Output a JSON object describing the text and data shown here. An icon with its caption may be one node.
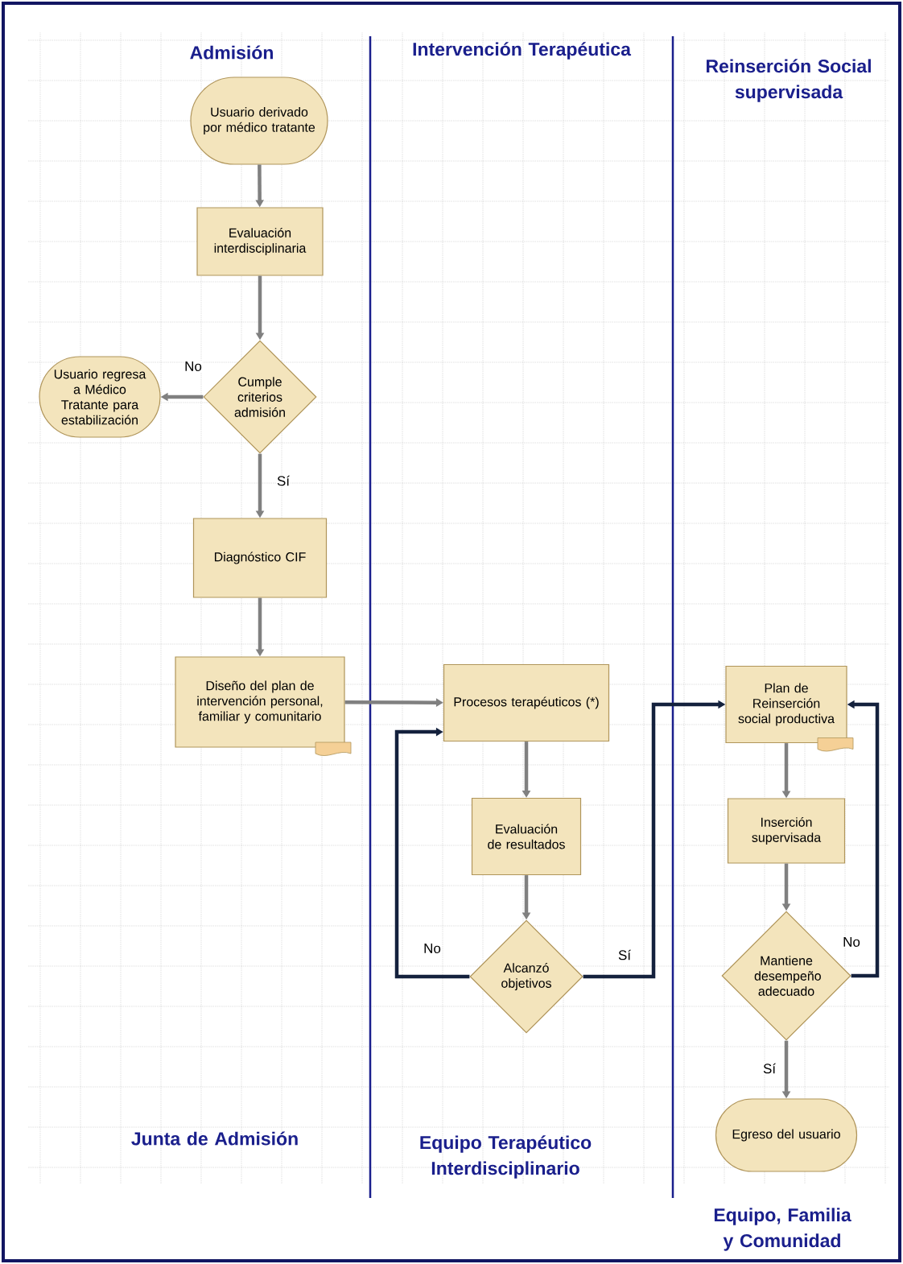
{
  "diagram": {
    "nodes": [
      {
        "text": [
          "Usuario derivado por médico tratante"
        ]
      },
      {
        "text": [
          "Evaluación interdisciplinaria"
        ]
      },
      {
        "text": [
          "Cumple criterios admisión"
        ]
      },
      {
        "text": [
          "Usuario regresa a Médico Tratante para estabilización"
        ]
      },
      {
        "text": [
          "Diagnóstico CIF"
        ]
      },
      {
        "text": [
          "Diseño del plan de intervención personal, familiar y comunitario"
        ]
      },
      {
        "text": [
          "Procesos terapéuticos (*)"
        ]
      },
      {
        "text": [
          "Evaluación de resultados"
        ]
      },
      {
        "text": [
          "Alcanzó objetivos"
        ]
      },
      {
        "text": [
          "Plan de Reinserción social productiva"
        ]
      },
      {
        "text": [
          "Inserción supervisada"
        ]
      },
      {
        "text": [
          "Mantiene desempeño adecuado"
        ]
      },
      {
        "text": [
          "Egreso del usuario"
        ]
      }
    ],
    "edges": [
      {
        "from": 0,
        "to": 1,
        "arrow": "to"
      },
      {
        "from": 1,
        "to": 2,
        "arrow": "to"
      },
      {
        "from": 2,
        "to": 3,
        "arrow": "to",
        "label": "No"
      },
      {
        "from": 2,
        "to": 4,
        "arrow": "to",
        "label": "Sí"
      },
      {
        "from": 4,
        "to": 5,
        "arrow": "to"
      },
      {
        "from": 5,
        "to": 6,
        "arrow": "to"
      },
      {
        "from": 6,
        "to": 7,
        "arrow": "to"
      },
      {
        "from": 7,
        "to": 8,
        "arrow": "to"
      },
      {
        "from": 8,
        "to": 6,
        "arrow": "to",
        "label": "No",
        "color": "#14213d"
      },
      {
        "from": 8,
        "to": 9,
        "arrow": "to",
        "label": "Sí",
        "color": "#14213d"
      },
      {
        "from": 9,
        "to": 10,
        "arrow": "to"
      },
      {
        "from": 10,
        "to": 11,
        "arrow": "to"
      },
      {
        "from": 11,
        "to": 9,
        "arrow": "to",
        "label": "No",
        "color": "#14213d"
      },
      {
        "from": 11,
        "to": 12,
        "arrow": "to",
        "label": "Sí"
      }
    ],
    "labels": [
      "Admisión",
      "Intervención Terapéutica",
      "Reinserción Social supervisada",
      "Junta de Admisión",
      "Equipo Terapéutico Interdisciplinario",
      "Equipo, Familia y Comunidad"
    ]
  }
}
